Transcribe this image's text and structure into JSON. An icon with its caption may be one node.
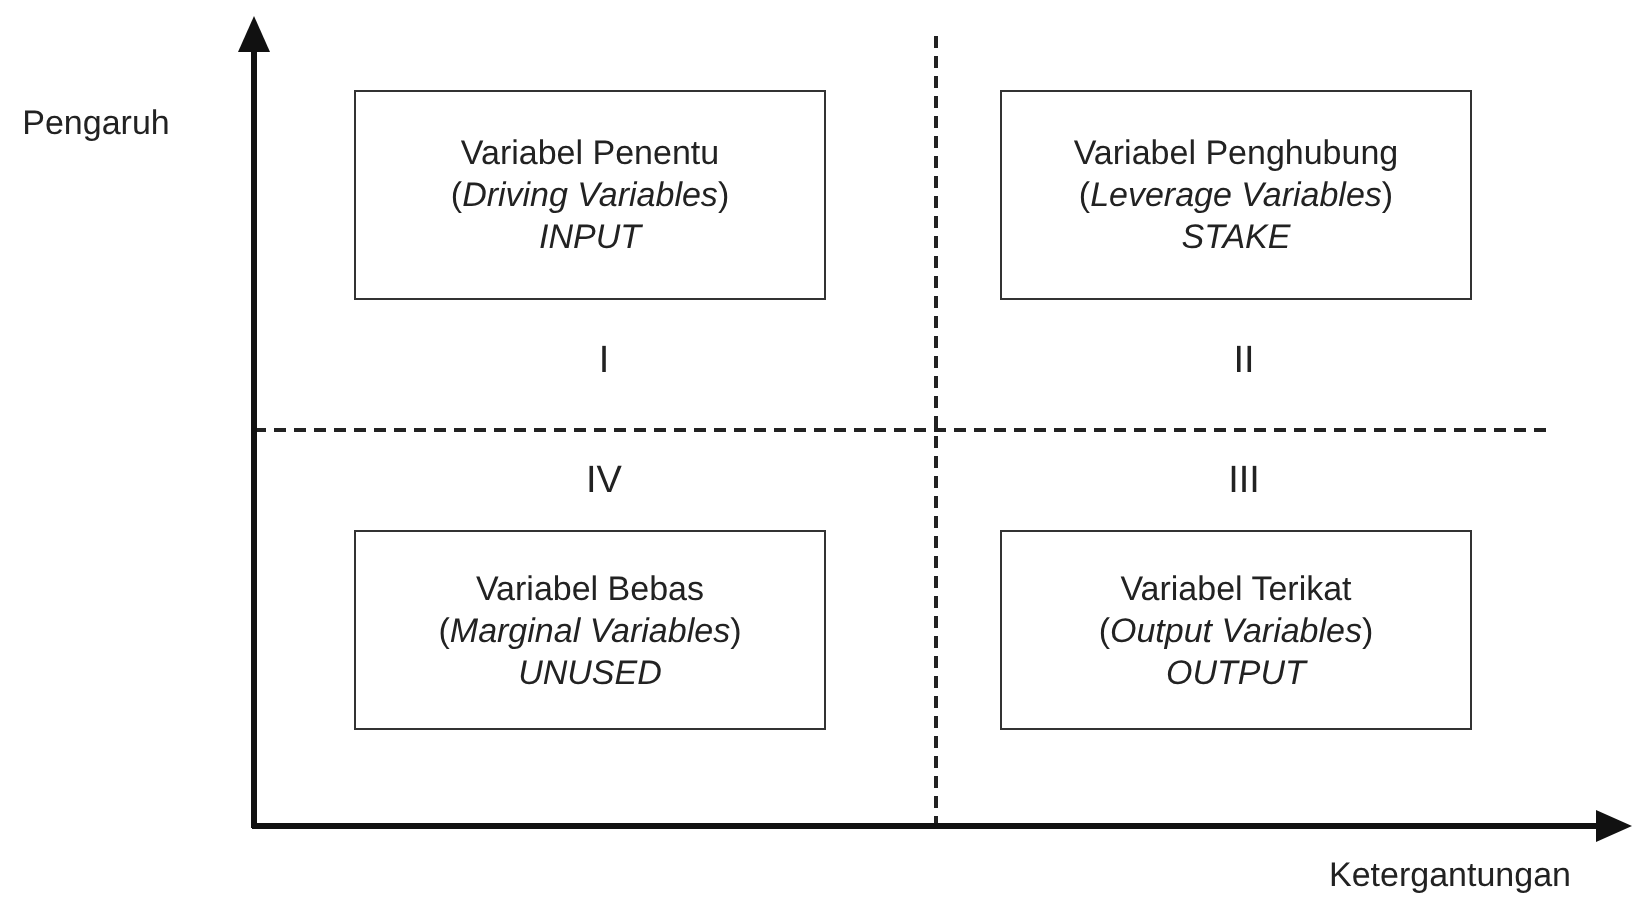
{
  "diagram": {
    "nodes": [
      {
        "text": [
          "Variabel Penentu",
          "(*Driving Variables*)",
          "INPUT"
        ]
      },
      {
        "text": [
          "Variabel Penghubung",
          "(*Leverage Variables*)",
          "STAKE"
        ]
      },
      {
        "text": [
          "Variabel Bebas",
          "(*Marginal Variables*)",
          "UNUSED"
        ]
      },
      {
        "text": [
          "Variabel Terikat",
          "(*Output Variables*)",
          "OUTPUT"
        ]
      }
    ],
    "labels": [
      "Pengaruh",
      "I",
      "II",
      "IV",
      "III",
      "Ketergantungan"
    ]
  }
}
